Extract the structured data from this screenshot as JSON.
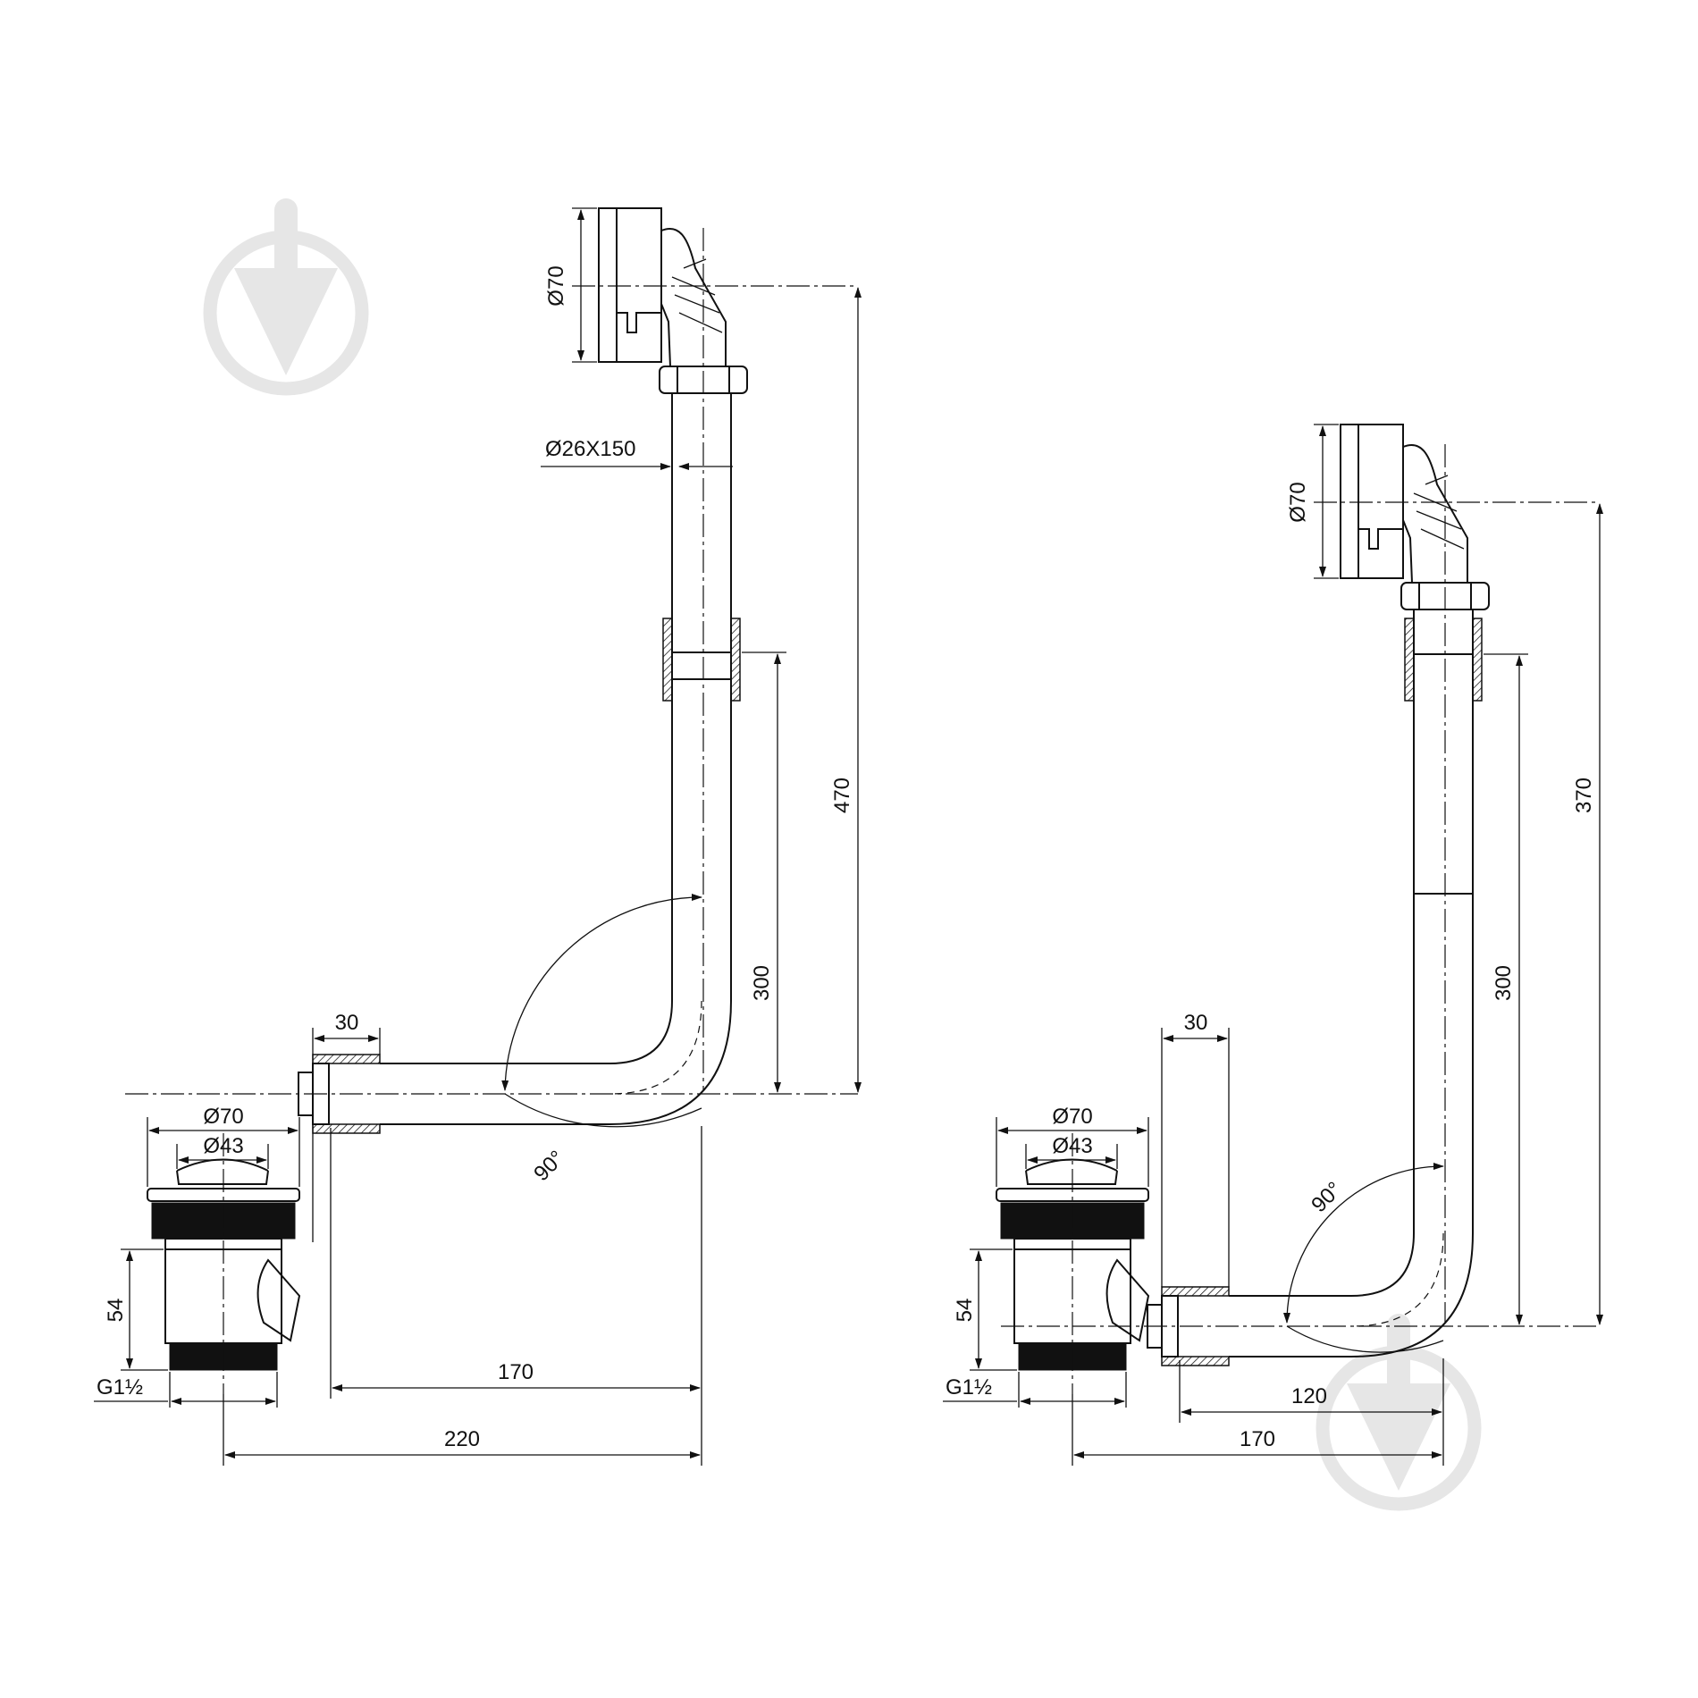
{
  "left_drawing": {
    "pipe": "Ø26X150",
    "overflow_diameter": "Ø70",
    "total_height": "470",
    "pipe_height": "300",
    "angle": "90°",
    "outlet_outer_diameter": "Ø70",
    "outlet_inner_diameter": "Ø43",
    "offset": "30",
    "body_height": "54",
    "thread": "G1½",
    "horizontal_run": "170",
    "total_width": "220"
  },
  "right_drawing": {
    "overflow_diameter": "Ø70",
    "total_height": "370",
    "pipe_height": "300",
    "angle": "90°",
    "outlet_outer_diameter": "Ø70",
    "outlet_inner_diameter": "Ø43",
    "offset": "30",
    "body_height": "54",
    "thread": "G1½",
    "horizontal_run": "120",
    "total_width": "170"
  },
  "icons": [
    "watermark-logo-icon"
  ]
}
